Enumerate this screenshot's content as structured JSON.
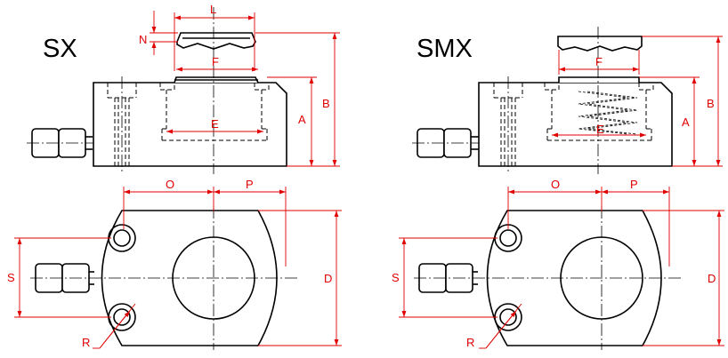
{
  "titles": {
    "left": "SX",
    "right": "SMX"
  },
  "dimensions": {
    "L": "L",
    "N": "N",
    "F": "F",
    "E": "E",
    "A": "A",
    "B": "B",
    "O": "O",
    "P": "P",
    "S": "S",
    "D": "D",
    "R": "R"
  },
  "colors": {
    "outline": "#000000",
    "dimension": "#e00000",
    "background": "#ffffff"
  }
}
